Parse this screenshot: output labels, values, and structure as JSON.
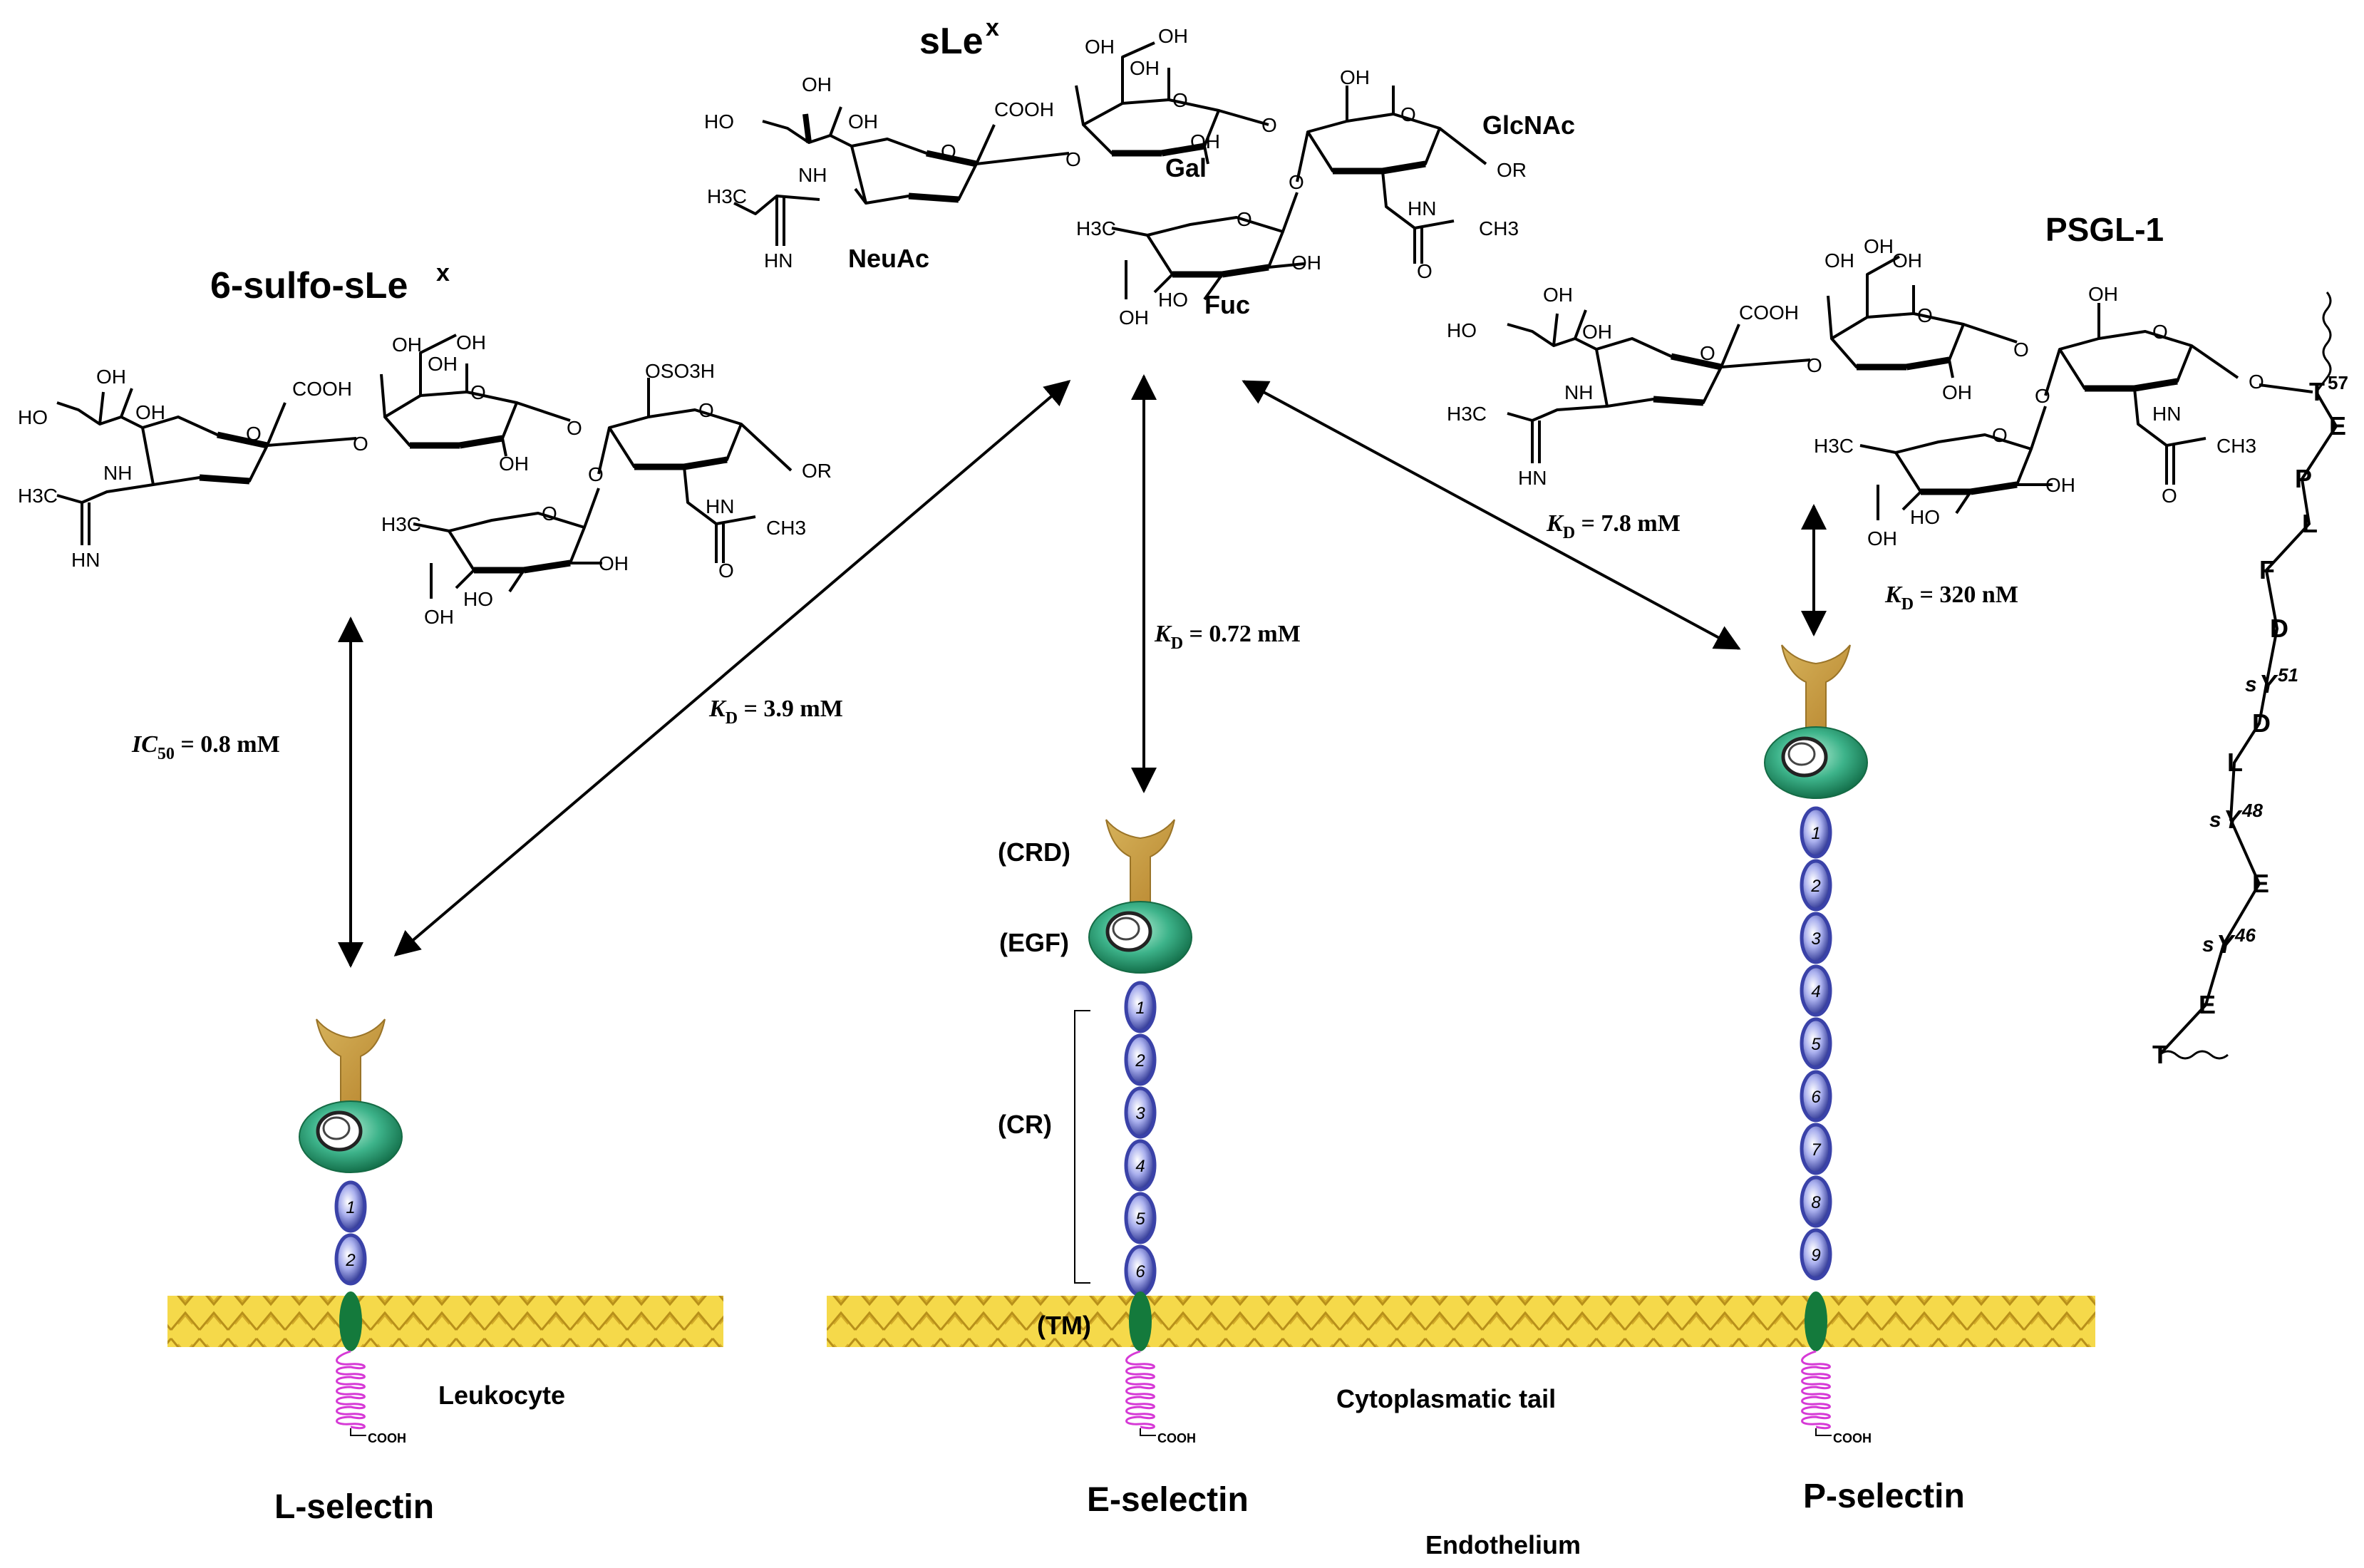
{
  "ligands": {
    "slex": {
      "title": "sLe",
      "sup": "x",
      "neuac": "NeuAc",
      "gal": "Gal",
      "glcnac": "GlcNAc",
      "fuc": "Fuc"
    },
    "sulfo": {
      "title": "6-sulfo-sLe",
      "sup": "x",
      "so3h": "OSO3H"
    },
    "psgl": {
      "title": "PSGL-1"
    }
  },
  "chem": {
    "oh": "OH",
    "cooh": "COOH",
    "nh": "NH",
    "hn": "HN",
    "ho": "HO",
    "or": "OR",
    "ch3": "CH3",
    "h3c": "H3C",
    "o": "O"
  },
  "affinities": {
    "l_ic50": {
      "sym": "IC",
      "sub": "50",
      "val": " = 0.8 mM"
    },
    "l_kd": {
      "sym": "K",
      "sub": "D",
      "val": " = 3.9 mM"
    },
    "e_kd": {
      "sym": "K",
      "sub": "D",
      "val": " = 0.72 mM"
    },
    "p_kd_slex": {
      "sym": "K",
      "sub": "D",
      "val": " = 7.8 mM"
    },
    "p_kd_psgl": {
      "sym": "K",
      "sub": "D",
      "val": " = 320 nM"
    }
  },
  "domains": {
    "crd": "(CRD)",
    "egf": "(EGF)",
    "cr": "(CR)",
    "tm": "(TM)"
  },
  "cells": {
    "leukocyte": "Leukocyte",
    "cyto": "Cytoplasmatic tail",
    "endothelium": "Endothelium",
    "cooh": "COOH"
  },
  "selectins": {
    "l": "L-selectin",
    "e": "E-selectin",
    "p": "P-selectin"
  },
  "cr_numbers": [
    "1",
    "2",
    "3",
    "4",
    "5",
    "6",
    "7",
    "8",
    "9"
  ],
  "peptide": [
    {
      "res": "T",
      "num": "57",
      "pre": ""
    },
    {
      "res": "E",
      "num": "",
      "pre": ""
    },
    {
      "res": "P",
      "num": "",
      "pre": ""
    },
    {
      "res": "L",
      "num": "",
      "pre": ""
    },
    {
      "res": "F",
      "num": "",
      "pre": ""
    },
    {
      "res": "D",
      "num": "",
      "pre": ""
    },
    {
      "res": "Y",
      "num": "51",
      "pre": "s"
    },
    {
      "res": "D",
      "num": "",
      "pre": ""
    },
    {
      "res": "L",
      "num": "",
      "pre": ""
    },
    {
      "res": "Y",
      "num": "48",
      "pre": "s"
    },
    {
      "res": "E",
      "num": "",
      "pre": ""
    },
    {
      "res": "Y",
      "num": "46",
      "pre": "s"
    },
    {
      "res": "E",
      "num": "",
      "pre": ""
    },
    {
      "res": "T",
      "num": "",
      "pre": ""
    }
  ],
  "colors": {
    "lectin": "#c4a045",
    "egf": "#3db38a",
    "cr": "#3a42a8",
    "membrane": "#f2d23a",
    "tm": "#147a3c",
    "tail": "#d63ad6"
  }
}
